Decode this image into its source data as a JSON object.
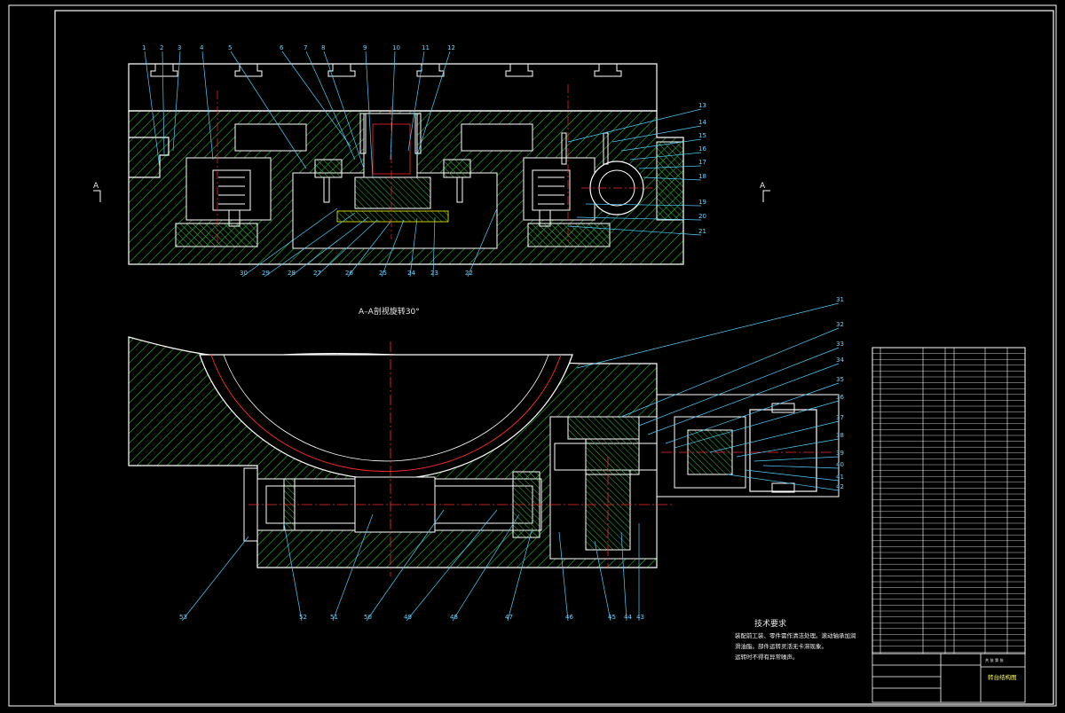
{
  "drawing": {
    "section_mark": "A",
    "section_title": "A–A剖视旋转30°",
    "tech_title": "技术要求",
    "tech_lines": [
      "装配前工装、零件需作清洁处理。滚动轴承加润",
      "滑油脂。部件运转灵活无卡滞现象。",
      "运转时不得有异常噪声。"
    ],
    "title_block_name": "转台结构图",
    "sheet_label": "共 张 第 张"
  },
  "balloons_top": [
    "1",
    "2",
    "3",
    "4",
    "5",
    "6",
    "7",
    "8",
    "9",
    "10",
    "11",
    "12"
  ],
  "balloons_right": [
    "13",
    "14",
    "15",
    "16",
    "17",
    "18",
    "19",
    "20",
    "21"
  ],
  "balloons_bottom_top": [
    "30",
    "29",
    "28",
    "27",
    "26",
    "25",
    "24",
    "23",
    "22"
  ],
  "balloons_lower_right": [
    "31",
    "32",
    "33",
    "34",
    "35",
    "36",
    "37",
    "38",
    "39",
    "40",
    "41",
    "42"
  ],
  "balloons_lower_bottom": [
    "53",
    "52",
    "51",
    "50",
    "49",
    "48",
    "47",
    "46",
    "45",
    "44",
    "43"
  ],
  "colors": {
    "outline": "#ffffff",
    "hatch": "#2fbf3a",
    "centerline": "#ff2a2a",
    "leader": "#4fd0ff",
    "dim": "#ffff00"
  }
}
